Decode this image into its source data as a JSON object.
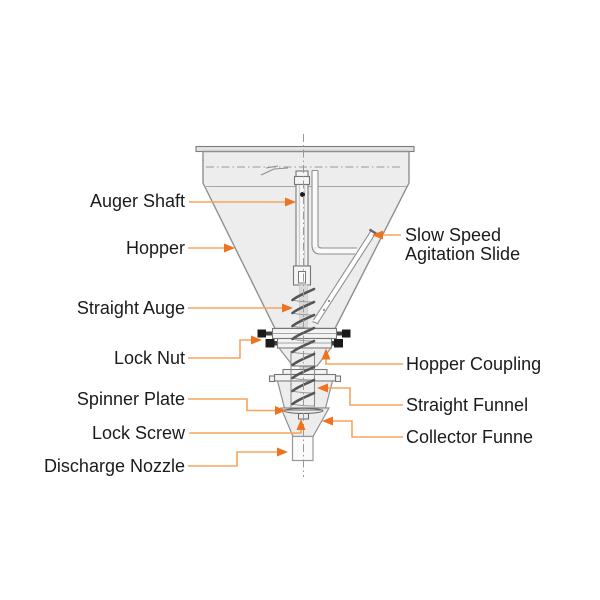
{
  "labels": {
    "auger_shaft": "Auger Shaft",
    "hopper": "Hopper",
    "straight_auger": "Straight Auge",
    "lock_nut": "Lock Nut",
    "spinner_plate": "Spinner Plate",
    "lock_screw": "Lock Screw",
    "discharge_nozzle": "Discharge Nozzle",
    "slow_speed_agitation_slide": "Slow Speed Agitation Slide",
    "hopper_coupling": "Hopper Coupling",
    "straight_funnel": "Straight Funnel",
    "collector_funnel": "Collector Funne"
  },
  "colors": {
    "leader_line": "#f6a55e",
    "arrowhead": "#ee7320",
    "text": "#1b1b1b",
    "diagram_outline": "#8f8f8f",
    "diagram_fill": "#ededed",
    "background": "#ffffff"
  }
}
